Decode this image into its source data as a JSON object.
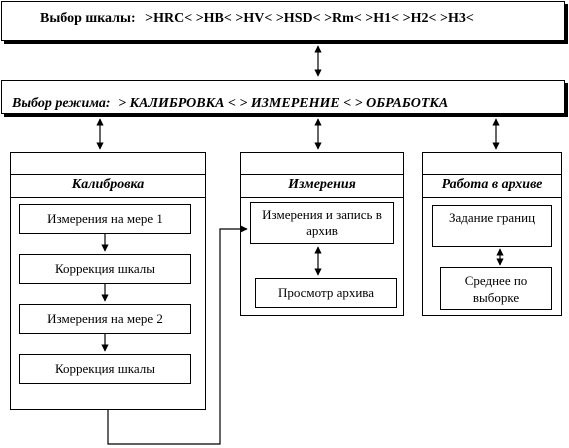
{
  "scale_bar": {
    "label": "Выбор шкалы:",
    "options": ">HRC< >HB< >HV< >HSD< >Rm< >H1< >H2< >H3<"
  },
  "mode_bar": {
    "label": "Выбор режима:",
    "options": "> КАЛИБРОВКА < > ИЗМЕРЕНИЕ < > ОБРАБОТКА"
  },
  "calibration": {
    "title": "Калибровка",
    "steps": [
      "Измерения на мере 1",
      "Коррекция шкалы",
      "Измерения на мере 2",
      "Коррекция шкалы"
    ]
  },
  "measurement": {
    "title": "Измерения",
    "steps": [
      "Измерения и запись в архив",
      "Просмотр архива"
    ]
  },
  "archive": {
    "title": "Работа в архиве",
    "steps": [
      "Задание границ",
      "Среднее по выборке"
    ]
  }
}
